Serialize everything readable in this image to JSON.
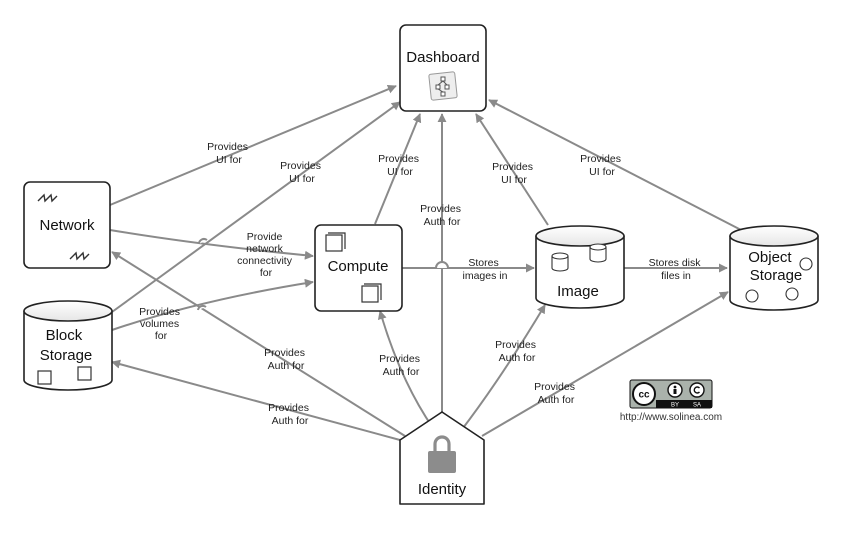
{
  "nodes": {
    "dashboard": "Dashboard",
    "network": "Network",
    "compute": "Compute",
    "image": "Image",
    "object_storage_1": "Object",
    "object_storage_2": "Storage",
    "block_storage_1": "Block",
    "block_storage_2": "Storage",
    "identity": "Identity"
  },
  "edges": {
    "net_dash": [
      "Provides",
      "UI for"
    ],
    "block_dash": [
      "Provides",
      "UI for"
    ],
    "comp_dash": [
      "Provides",
      "UI for"
    ],
    "ident_dash": [
      "Provides",
      "Auth for"
    ],
    "img_dash": [
      "Provides",
      "UI for"
    ],
    "obj_dash": [
      "Provides",
      "UI for"
    ],
    "net_comp": [
      "Provide",
      "network",
      "connectivity",
      "for"
    ],
    "block_comp": [
      "Provides",
      "volumes",
      "for"
    ],
    "comp_img": [
      "Stores",
      "images in"
    ],
    "img_obj": [
      "Stores disk",
      "files in"
    ],
    "ident_net": [
      "Provides",
      "Auth for"
    ],
    "ident_comp": [
      "Provides",
      "Auth for"
    ],
    "ident_img": [
      "Provides",
      "Auth for"
    ],
    "ident_obj": [
      "Provides",
      "Auth for"
    ],
    "ident_block": [
      "Provides",
      "Auth for"
    ]
  },
  "license": {
    "cc": "cc",
    "by": "BY",
    "sa": "SA",
    "url": "http://www.solinea.com"
  },
  "colors": {
    "edge": "#8a8a8a",
    "node_stroke": "#222222",
    "lock": "#8c8c8c"
  }
}
